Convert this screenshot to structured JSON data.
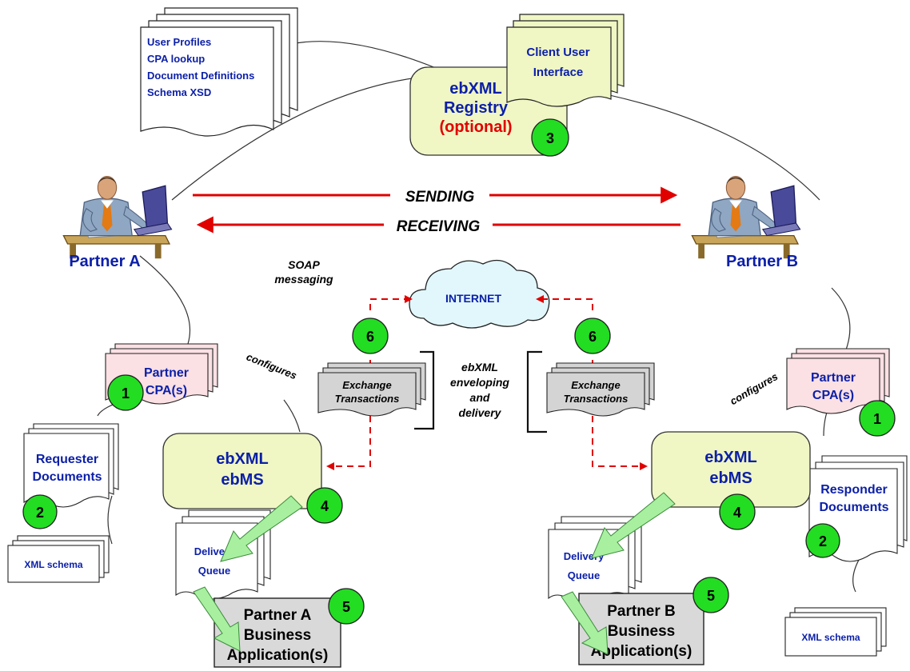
{
  "registry_docs": {
    "lines": [
      "User Profiles",
      "CPA lookup",
      "Document Definitions",
      "Schema XSD"
    ]
  },
  "registry": {
    "title_line1": "ebXML",
    "title_line2": "Registry",
    "optional": "(optional)",
    "badge": "3"
  },
  "client_ui": {
    "line1": "Client User",
    "line2": "Interface"
  },
  "arrows": {
    "sending": "SENDING",
    "receiving": "RECEIVING"
  },
  "partner_a": {
    "label": "Partner A",
    "cpa_line1": "Partner",
    "cpa_line2": "CPA(s)",
    "cpa_badge": "1",
    "configures": "configures",
    "docs_line1": "Requester",
    "docs_line2": "Documents",
    "docs_badge": "2",
    "schema": "XML schema",
    "ebms_line1": "ebXML",
    "ebms_line2": "ebMS",
    "ebms_badge": "4",
    "queue_line1": "Delivery",
    "queue_line2": "Queue",
    "app_line1": "Partner A",
    "app_line2": "Business",
    "app_line3": "Application(s)",
    "app_badge": "5",
    "tx_line1": "Exchange",
    "tx_line2": "Transactions",
    "tx_badge": "6"
  },
  "partner_b": {
    "label": "Partner B",
    "cpa_line1": "Partner",
    "cpa_line2": "CPA(s)",
    "cpa_badge": "1",
    "configures": "configures",
    "docs_line1": "Responder",
    "docs_line2": "Documents",
    "docs_badge": "2",
    "schema": "XML schema",
    "ebms_line1": "ebXML",
    "ebms_line2": "ebMS",
    "ebms_badge": "4",
    "queue_line1": "Delivery",
    "queue_line2": "Queue",
    "app_line1": "Partner B",
    "app_line2": "Business",
    "app_line3": "Application(s)",
    "app_badge": "5",
    "tx_line1": "Exchange",
    "tx_line2": "Transactions",
    "tx_badge": "6"
  },
  "internet": {
    "label": "INTERNET"
  },
  "soap": {
    "line1": "SOAP",
    "line2": "messaging"
  },
  "envelope": {
    "line1": "ebXML",
    "line2": "enveloping",
    "line3": "and",
    "line4": "delivery"
  },
  "colors": {
    "navy_text": "#0b1fa8",
    "arrow_red": "#e00000",
    "badge_green": "#22dd22",
    "registry_fill": "#f0f6c4",
    "cpa_fill": "#fbe0e4",
    "cloud_fill": "#e2f7fb",
    "app_fill": "#d9d9d9",
    "tx_fill": "#d4d4d4",
    "queue_arrow": "#a8f0a0"
  }
}
